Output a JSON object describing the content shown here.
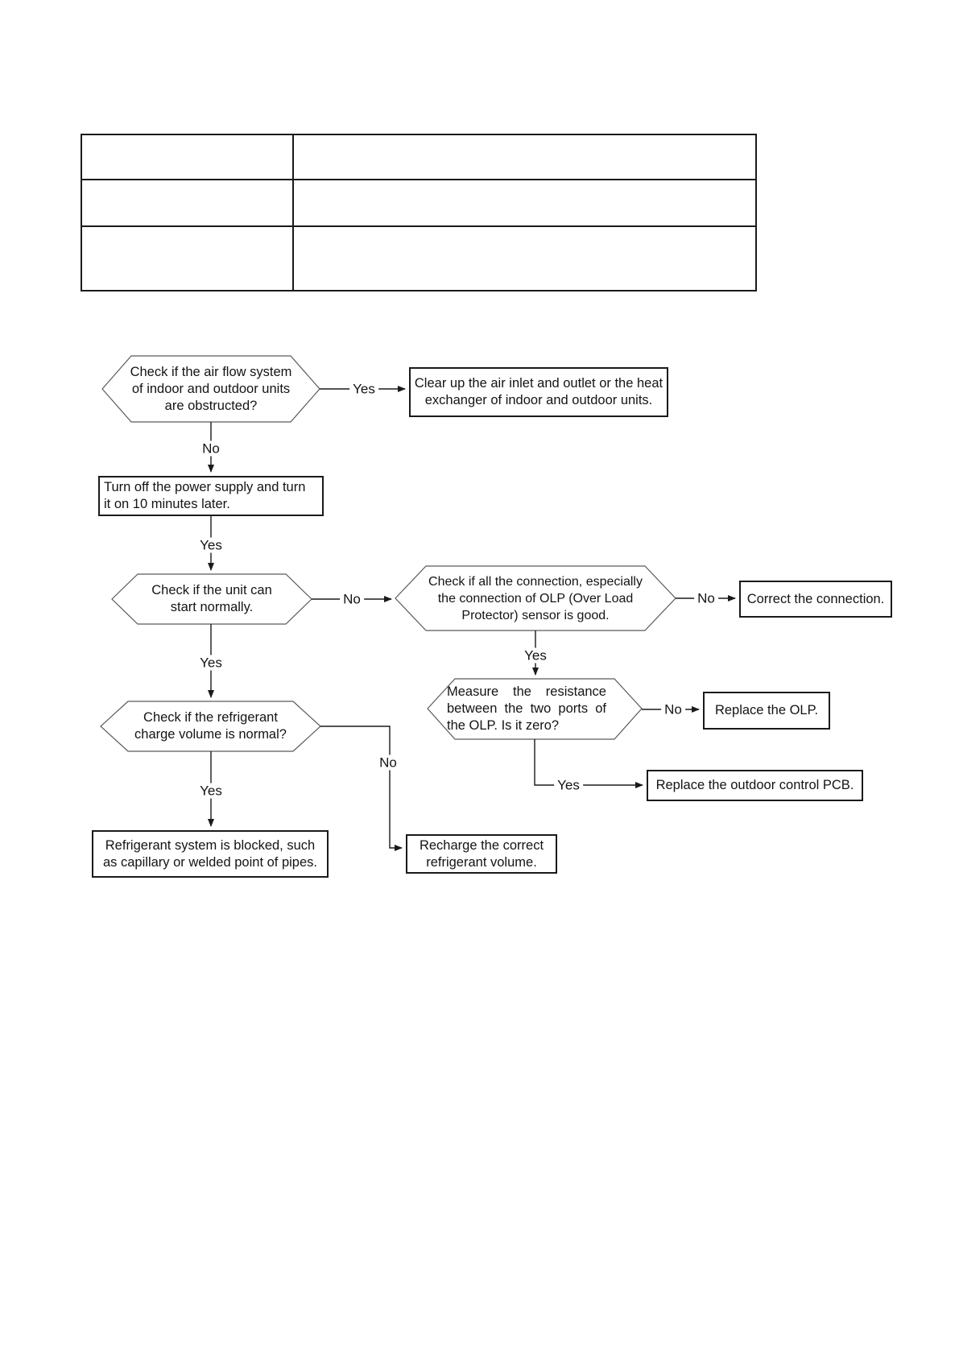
{
  "table": {
    "rows": [
      [
        "",
        ""
      ],
      [
        "",
        ""
      ],
      [
        "",
        ""
      ]
    ]
  },
  "flowchart": {
    "labels": {
      "yes": "Yes",
      "no": "No"
    },
    "nodes": [
      {
        "id": "decision-airflow-obstructed",
        "shape": "hexagon",
        "lines": [
          "Check if the air flow system",
          "of indoor and outdoor units",
          "are obstructed?"
        ]
      },
      {
        "id": "process-clear-air-inlet",
        "shape": "rect",
        "lines": [
          "Clear up the air inlet and outlet or the heat",
          "exchanger of indoor and outdoor units."
        ]
      },
      {
        "id": "process-power-cycle",
        "shape": "rect",
        "lines": [
          "Turn off the power supply and turn",
          "it on 10 minutes later."
        ]
      },
      {
        "id": "decision-unit-start",
        "shape": "hexagon",
        "lines": [
          "Check if the unit can",
          "start normally."
        ]
      },
      {
        "id": "decision-olp-connection",
        "shape": "hexagon",
        "lines": [
          "Check if all the connection, especially",
          "the connection of OLP (Over Load",
          "Protector) sensor is good."
        ]
      },
      {
        "id": "process-correct-connection",
        "shape": "rect",
        "lines": [
          "Correct the connection."
        ]
      },
      {
        "id": "decision-olp-resistance",
        "shape": "hexagon",
        "lines": [
          "Measure the resistance",
          "between the two ports of",
          "the OLP. Is it zero?"
        ]
      },
      {
        "id": "process-replace-olp",
        "shape": "rect",
        "lines": [
          "Replace the OLP."
        ]
      },
      {
        "id": "process-replace-outdoor-pcb",
        "shape": "rect",
        "lines": [
          "Replace the outdoor control PCB."
        ]
      },
      {
        "id": "decision-refrigerant-charge",
        "shape": "hexagon",
        "lines": [
          "Check if the refrigerant",
          "charge volume is normal?"
        ]
      },
      {
        "id": "process-refrigerant-blocked",
        "shape": "rect",
        "lines": [
          "Refrigerant system is blocked, such",
          "as capillary or welded point of pipes."
        ]
      },
      {
        "id": "process-recharge-refrigerant",
        "shape": "rect",
        "lines": [
          "Recharge the correct",
          "refrigerant volume."
        ]
      }
    ]
  },
  "colors": {
    "line": "#1a1a1a",
    "hexagon_stroke": "#5a5a5a",
    "box_border": "#1a1a1a",
    "text": "#141414",
    "background": "#ffffff"
  }
}
